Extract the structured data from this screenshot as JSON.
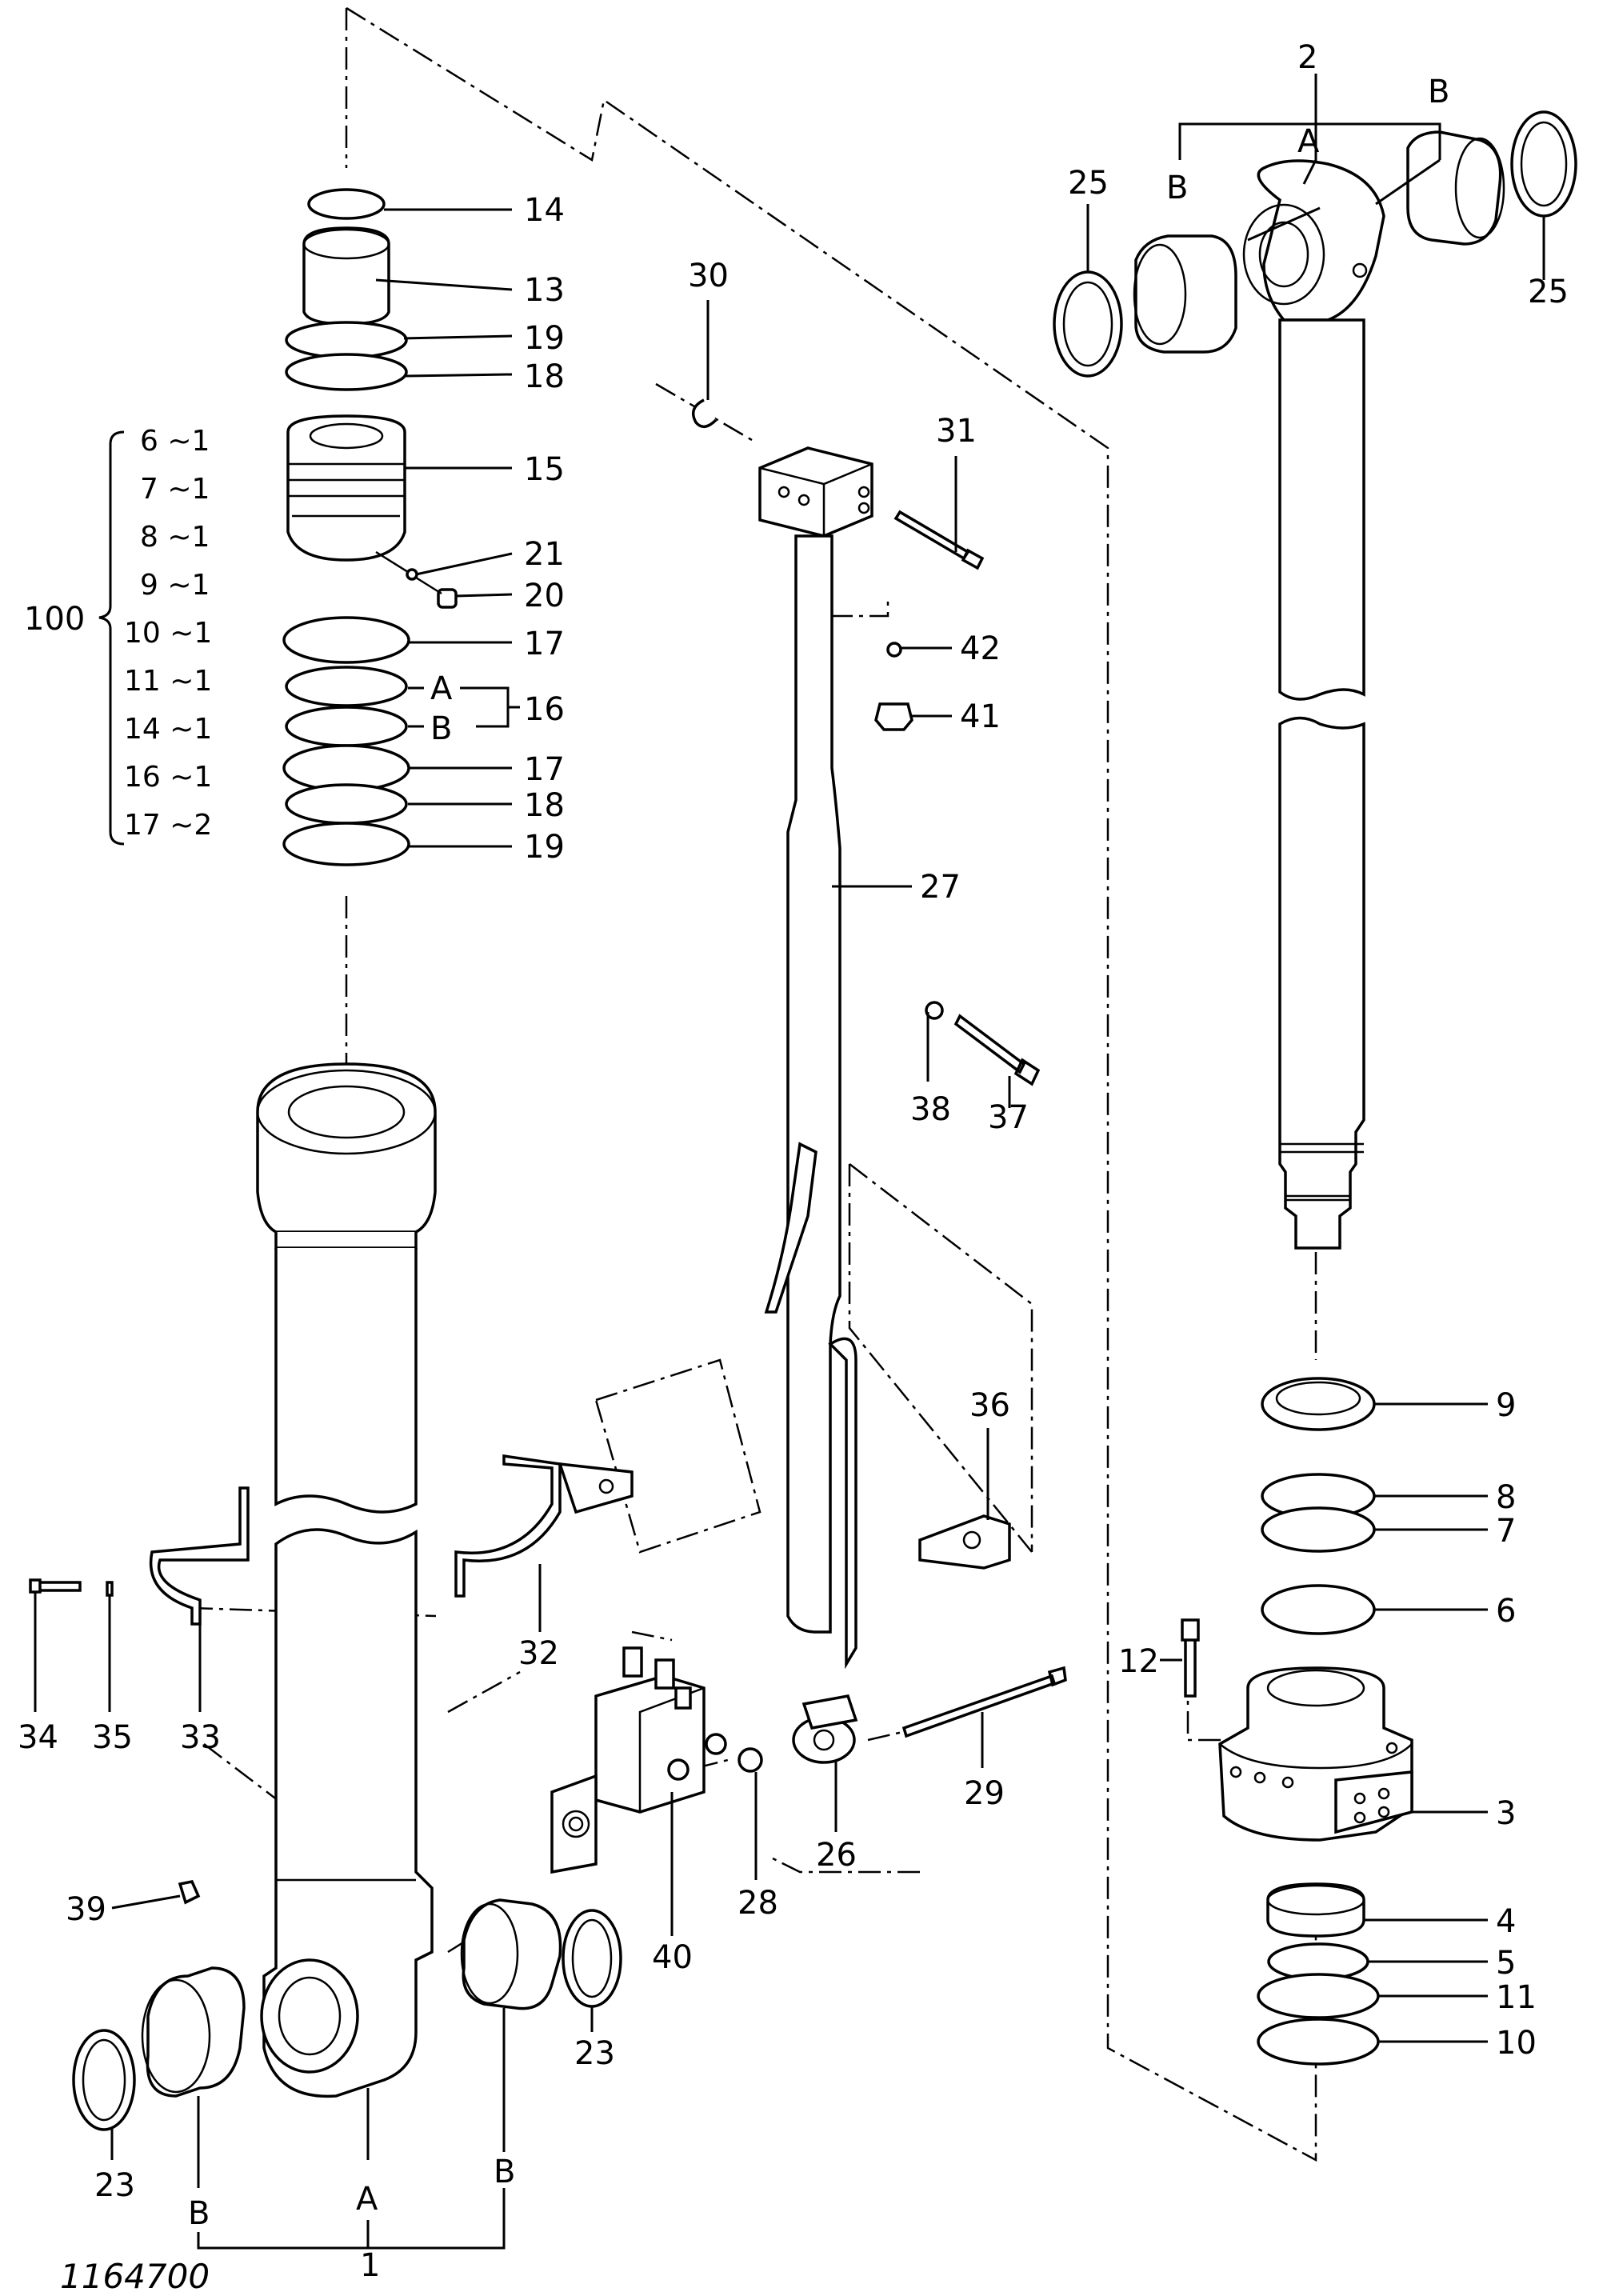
{
  "drawing_number": "1164700",
  "bill_of_materials_group": {
    "assembly_number": "100",
    "entries": [
      "6 ~1",
      "7 ~1",
      "8 ~1",
      "9 ~1",
      "10 ~1",
      "11 ~1",
      "14 ~1",
      "16 ~1",
      "17 ~2"
    ]
  },
  "callouts": [
    {
      "id": "c14",
      "text": "14"
    },
    {
      "id": "c13",
      "text": "13"
    },
    {
      "id": "c19a",
      "text": "19"
    },
    {
      "id": "c18a",
      "text": "18"
    },
    {
      "id": "c15",
      "text": "15"
    },
    {
      "id": "c21",
      "text": "21"
    },
    {
      "id": "c20",
      "text": "20"
    },
    {
      "id": "c17a",
      "text": "17"
    },
    {
      "id": "c16",
      "text": "16"
    },
    {
      "id": "c16A",
      "text": "A"
    },
    {
      "id": "c16B",
      "text": "B"
    },
    {
      "id": "c17b",
      "text": "17"
    },
    {
      "id": "c18b",
      "text": "18"
    },
    {
      "id": "c19b",
      "text": "19"
    },
    {
      "id": "c30",
      "text": "30"
    },
    {
      "id": "c31",
      "text": "31"
    },
    {
      "id": "c42",
      "text": "42"
    },
    {
      "id": "c41",
      "text": "41"
    },
    {
      "id": "c27",
      "text": "27"
    },
    {
      "id": "c38",
      "text": "38"
    },
    {
      "id": "c37",
      "text": "37"
    },
    {
      "id": "c36",
      "text": "36"
    },
    {
      "id": "c2",
      "text": "2"
    },
    {
      "id": "c2A",
      "text": "A"
    },
    {
      "id": "c2B1",
      "text": "B"
    },
    {
      "id": "c2B2",
      "text": "B"
    },
    {
      "id": "c25a",
      "text": "25"
    },
    {
      "id": "c25b",
      "text": "25"
    },
    {
      "id": "c9",
      "text": "9"
    },
    {
      "id": "c8",
      "text": "8"
    },
    {
      "id": "c7",
      "text": "7"
    },
    {
      "id": "c6",
      "text": "6"
    },
    {
      "id": "c12",
      "text": "12"
    },
    {
      "id": "c3",
      "text": "3"
    },
    {
      "id": "c4",
      "text": "4"
    },
    {
      "id": "c5",
      "text": "5"
    },
    {
      "id": "c11",
      "text": "11"
    },
    {
      "id": "c10",
      "text": "10"
    },
    {
      "id": "c32",
      "text": "32"
    },
    {
      "id": "c34",
      "text": "34"
    },
    {
      "id": "c35",
      "text": "35"
    },
    {
      "id": "c33",
      "text": "33"
    },
    {
      "id": "c39",
      "text": "39"
    },
    {
      "id": "c40",
      "text": "40"
    },
    {
      "id": "c28",
      "text": "28"
    },
    {
      "id": "c26",
      "text": "26"
    },
    {
      "id": "c29",
      "text": "29"
    },
    {
      "id": "c23a",
      "text": "23"
    },
    {
      "id": "c23b",
      "text": "23"
    },
    {
      "id": "c1",
      "text": "1"
    },
    {
      "id": "c1A",
      "text": "A"
    },
    {
      "id": "c1B1",
      "text": "B"
    },
    {
      "id": "c1B2",
      "text": "B"
    }
  ]
}
